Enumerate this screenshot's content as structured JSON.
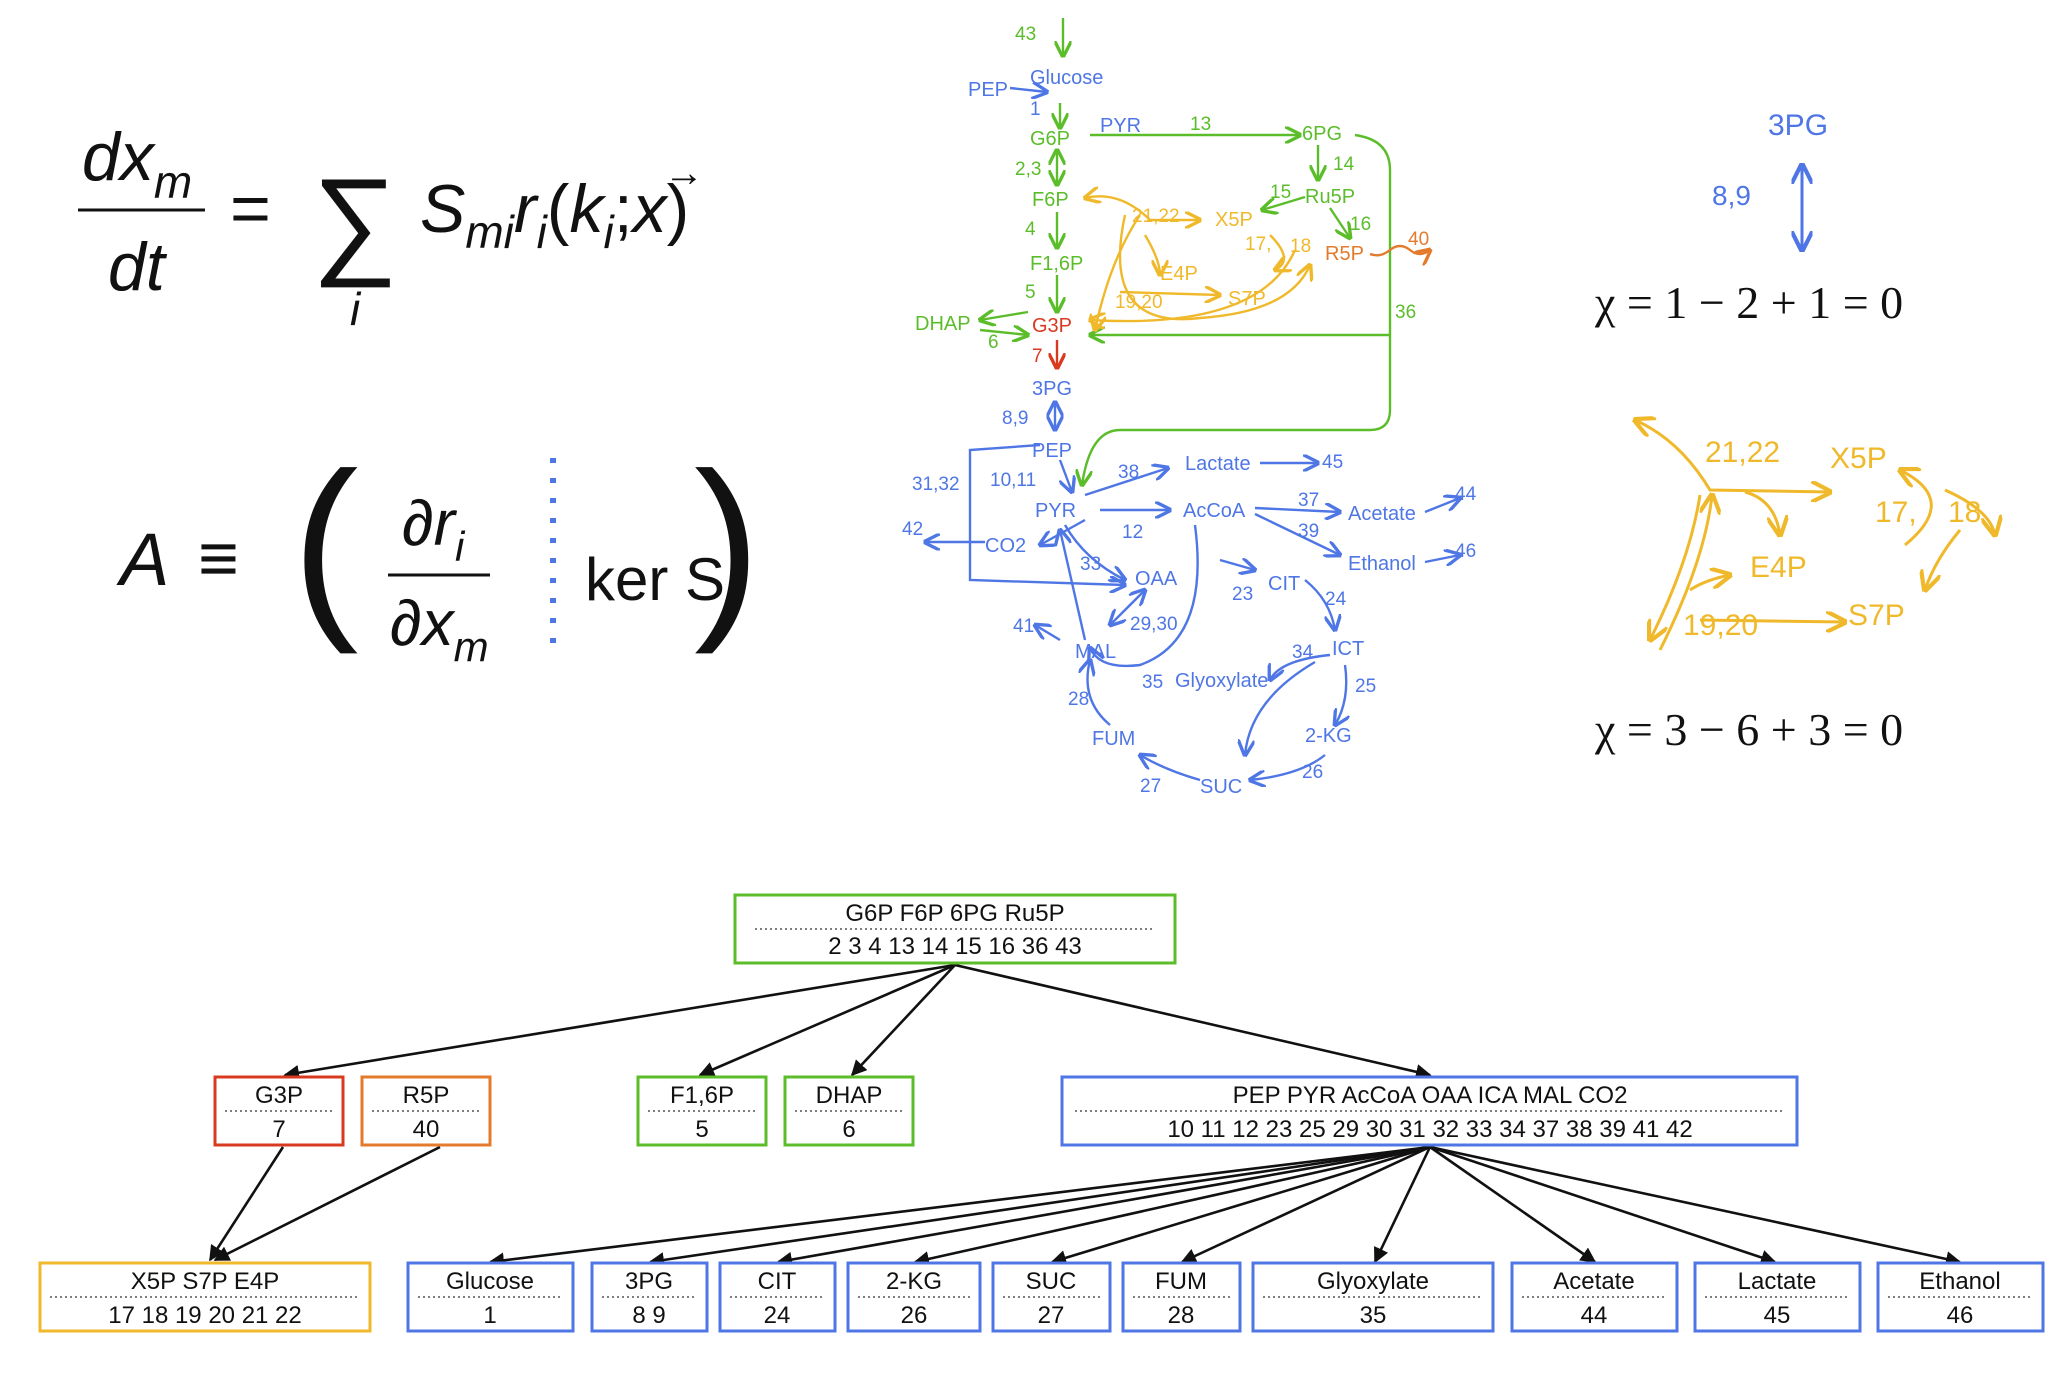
{
  "colors": {
    "blue": "#4f76e5",
    "green": "#5cbd2b",
    "yellow": "#f0b92b",
    "orange": "#e47a2b",
    "red": "#d83a20",
    "black": "#111111"
  },
  "equations": {
    "ode": {
      "num": "dx",
      "num_sub": "m",
      "den": "dt",
      "eq": "=",
      "sum": "∑",
      "sum_idx": "i",
      "S": "S",
      "S_sub": "mi",
      "r": "r",
      "r_sub": "i",
      "paren_open": "(",
      "k": "k",
      "k_sub": "i",
      "semi": ";",
      "x": "x",
      "vec": "→",
      "paren_close": ")"
    },
    "A": {
      "A": "A",
      "equiv": "≡",
      "lparen": "(",
      "num": "∂r",
      "num_sub": "i",
      "den": "∂x",
      "den_sub": "m",
      "ker": "ker S",
      "rparen": ")"
    },
    "chi1": "χ = 1 − 2 + 1 = 0",
    "chi2": "χ = 3 − 6 + 3 = 0"
  },
  "network": {
    "metabolites": {
      "glucose": "Glucose",
      "pep_top": "PEP",
      "pyr_top": "PYR",
      "g6p": "G6P",
      "pg6": "6PG",
      "f6p": "F6P",
      "ru5p": "Ru5P",
      "x5p": "X5P",
      "r5p": "R5P",
      "f16p": "F1,6P",
      "e4p": "E4P",
      "s7p": "S7P",
      "dhap": "DHAP",
      "g3p": "G3P",
      "pg3": "3PG",
      "pep": "PEP",
      "lactate": "Lactate",
      "pyr": "PYR",
      "acoa": "AcCoA",
      "acetate": "Acetate",
      "ethanol": "Ethanol",
      "co2": "CO2",
      "oaa": "OAA",
      "cit": "CIT",
      "mal": "MAL",
      "ict": "ICT",
      "glyoxylate": "Glyoxylate",
      "kg2": "2-KG",
      "fum": "FUM",
      "suc": "SUC"
    },
    "reactions": {
      "r43": "43",
      "r1": "1",
      "r13": "13",
      "r23": "2,3",
      "r14": "14",
      "r15": "15",
      "r16": "16",
      "r2122": "21,22",
      "r4": "4",
      "r1718": "17,",
      "r18b": "18",
      "r40": "40",
      "r5": "5",
      "r1920": "19,20",
      "r36": "36",
      "r6": "6",
      "r7": "7",
      "r89": "8,9",
      "r3132": "31,32",
      "r1011": "10,11",
      "r38": "38",
      "r45": "45",
      "r37": "37",
      "r44": "44",
      "r12": "12",
      "r39": "39",
      "r46": "46",
      "r42": "42",
      "r33": "33",
      "r23b": "23",
      "r24": "24",
      "r41": "41",
      "r2930": "29,30",
      "r34": "34",
      "r35": "35",
      "r25": "25",
      "r28": "28",
      "r26": "26",
      "r27": "27"
    }
  },
  "cycle1": {
    "node": "3PG",
    "reaction": "8,9"
  },
  "cycle2": {
    "r2122": "21,22",
    "x5p": "X5P",
    "r17": "17,",
    "r18": "18",
    "e4p": "E4P",
    "s7p": "S7P",
    "r1920": "19,20"
  },
  "tree": {
    "root": {
      "metabolites": "G6P F6P 6PG Ru5P",
      "reactions": "2 3 4 13 14 15 16 36 43"
    },
    "level2": [
      {
        "metabolites": "G3P",
        "reactions": "7"
      },
      {
        "metabolites": "R5P",
        "reactions": "40"
      },
      {
        "metabolites": "F1,6P",
        "reactions": "5"
      },
      {
        "metabolites": "DHAP",
        "reactions": "6"
      },
      {
        "metabolites": "PEP PYR AcCoA OAA ICA MAL CO2",
        "reactions": "10 11 12 23 25 29 30 31 32 33 34 37 38 39 41 42"
      }
    ],
    "level3": [
      {
        "metabolites": "X5P S7P E4P",
        "reactions": "17 18 19 20 21 22"
      },
      {
        "metabolites": "Glucose",
        "reactions": "1"
      },
      {
        "metabolites": "3PG",
        "reactions": "8 9"
      },
      {
        "metabolites": "CIT",
        "reactions": "24"
      },
      {
        "metabolites": "2-KG",
        "reactions": "26"
      },
      {
        "metabolites": "SUC",
        "reactions": "27"
      },
      {
        "metabolites": "FUM",
        "reactions": "28"
      },
      {
        "metabolites": "Glyoxylate",
        "reactions": "35"
      },
      {
        "metabolites": "Acetate",
        "reactions": "44"
      },
      {
        "metabolites": "Lactate",
        "reactions": "45"
      },
      {
        "metabolites": "Ethanol",
        "reactions": "46"
      }
    ]
  }
}
